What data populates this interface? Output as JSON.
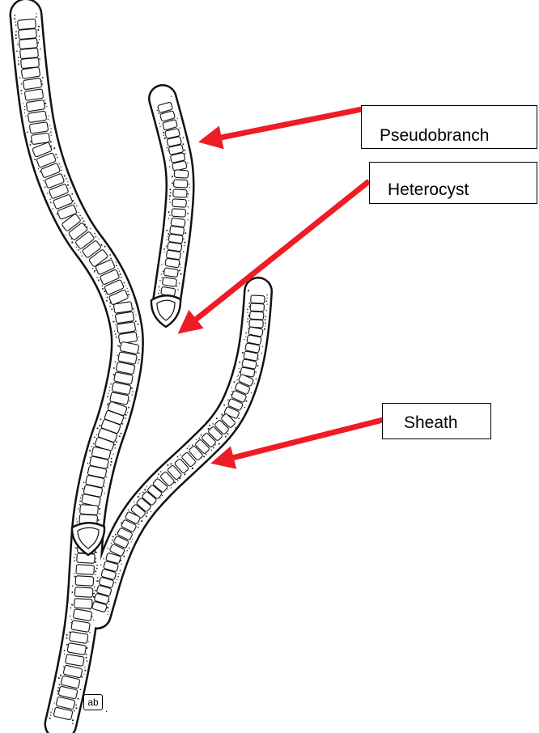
{
  "figure": {
    "subject": "branched cyanobacterial filament drawing",
    "colors": {
      "outline": "#111111",
      "cells": "#fdfdfd",
      "stipple": "#222222",
      "arrow": "#ee1c25",
      "label_border": "#000000"
    }
  },
  "labels": {
    "pseudobranch": "Pseudobranch",
    "heterocyst": "Heterocyst",
    "sheath": "Sheath"
  },
  "artist_initials": "ab"
}
